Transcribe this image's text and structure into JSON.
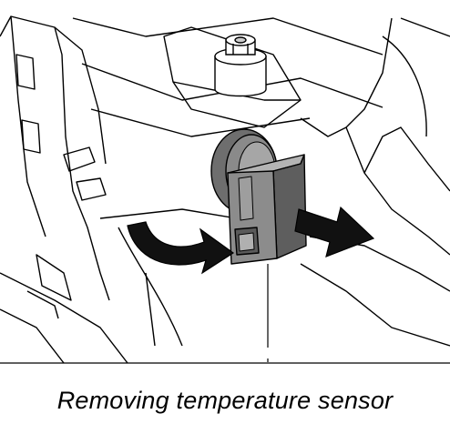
{
  "figure": {
    "caption": "Removing temperature sensor",
    "parts": {
      "housing": "heater-housing-line-art",
      "sensor": "temperature-sensor",
      "nut": "hex-nut-fitting",
      "connector_ring": "sensor-mount-ring"
    },
    "arrows": {
      "rotate": "curved-arrow-counter-rotation",
      "pull": "straight-arrow-pull-out"
    },
    "colors": {
      "line": "#000000",
      "sensor_fill": "#8c8c8c",
      "sensor_dark": "#5e5e5e",
      "ring_fill": "#6e6e6e",
      "arrow_fill": "#111111",
      "background": "#ffffff"
    }
  }
}
